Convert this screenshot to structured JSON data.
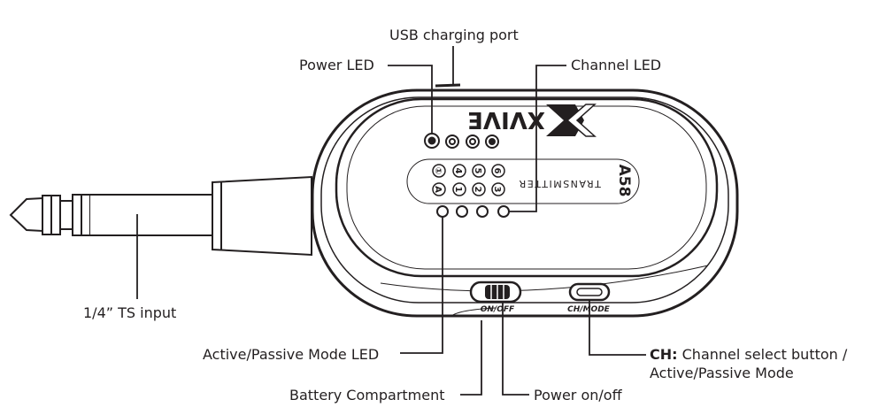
{
  "labels": {
    "usb_port": "USB charging port",
    "power_led": "Power LED",
    "channel_led": "Channel LED",
    "ts_input": "1/4” TS input",
    "mode_led": "Active/Passive Mode LED",
    "battery": "Battery Compartment",
    "power_switch": "Power on/off",
    "ch_prefix": "CH:",
    "ch_line1": "Channel select button /",
    "ch_line2": "Active/Passive Mode"
  },
  "device": {
    "brand": "XVIVE",
    "model": "A58",
    "product": "TRANSMITTER",
    "switch_label": "ON/OFF",
    "button_label": "CH/MODE",
    "channels_top": [
      "①",
      "4",
      "5",
      "6"
    ],
    "channels_bottom": [
      "A",
      "1",
      "2",
      "3"
    ]
  },
  "colors": {
    "ink": "#231f20"
  }
}
